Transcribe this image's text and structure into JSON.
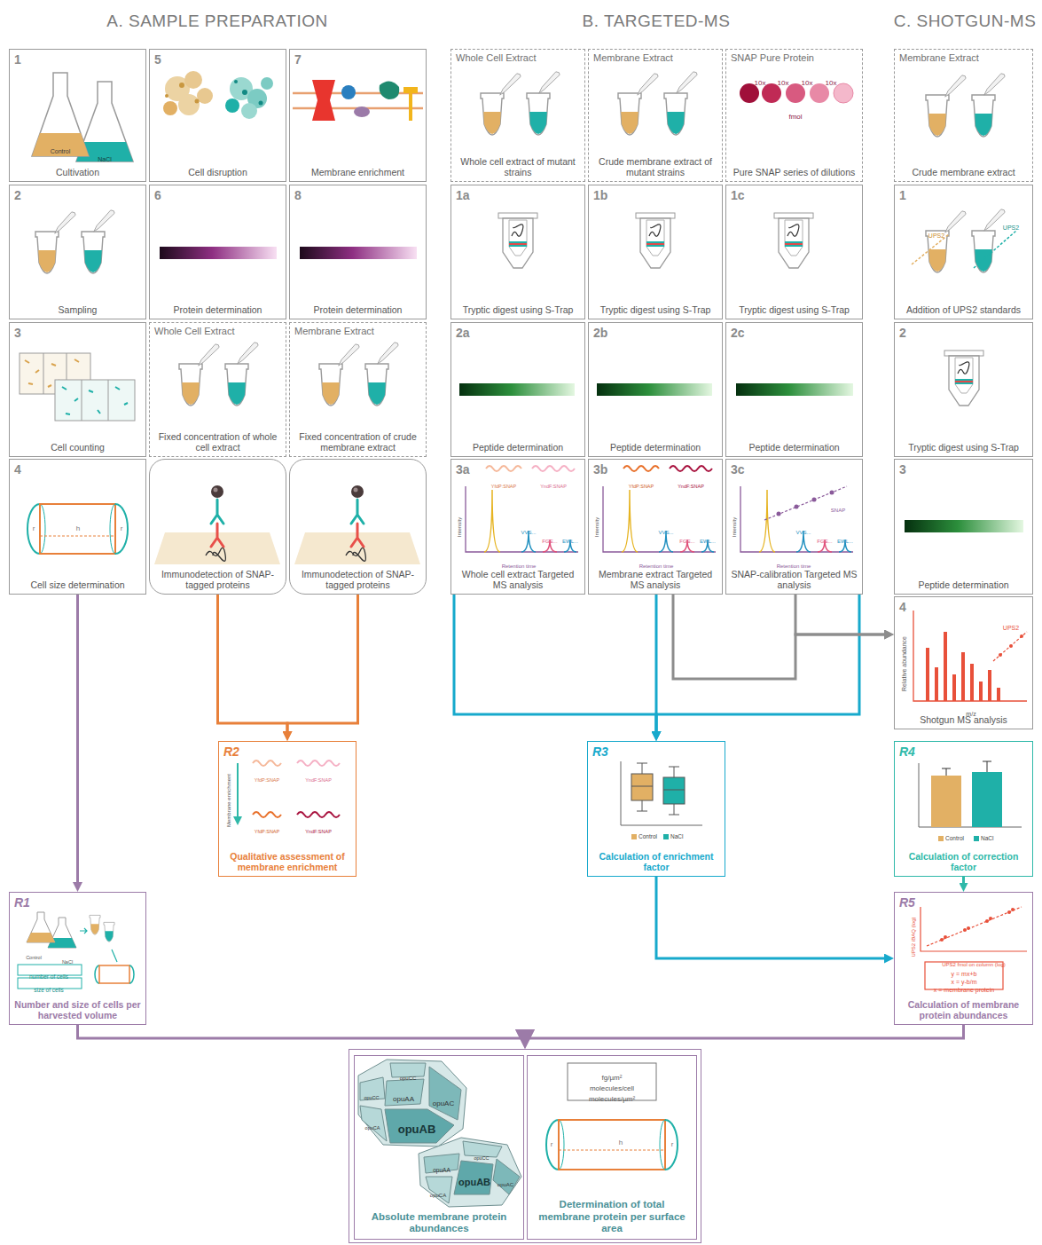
{
  "diagram": {
    "nodes": [
      {
        "text": [
          "1",
          "Cultivation"
        ]
      },
      {
        "text": [
          "5",
          "Cell disruption"
        ]
      },
      {
        "text": [
          "7",
          "Membrane enrichment"
        ]
      },
      {
        "text": [
          "2",
          "Sampling"
        ]
      },
      {
        "text": [
          "6",
          "Protein determination"
        ]
      },
      {
        "text": [
          "8",
          "Protein determination"
        ]
      },
      {
        "text": [
          "3",
          "Cell counting"
        ]
      },
      {
        "text": [
          "Whole Cell Extract",
          "Fixed concentration of whole cell extract"
        ]
      },
      {
        "text": [
          "Membrane Extract",
          "Fixed concentration of crude membrane extract"
        ]
      },
      {
        "text": [
          "4",
          "Cell size determination"
        ]
      },
      {
        "text": [
          "Immunodetection of SNAP-tagged proteins"
        ]
      },
      {
        "text": [
          "Immunodetection of SNAP-tagged proteins"
        ]
      },
      {
        "text": [
          "Whole Cell Extract",
          "Whole cell extract of mutant strains"
        ]
      },
      {
        "text": [
          "Membrane Extract",
          "Crude membrane extract of mutant strains"
        ]
      },
      {
        "text": [
          "SNAP Pure Protein",
          "Pure SNAP series of dilutions"
        ]
      },
      {
        "text": [
          "1a",
          "Tryptic digest using S-Trap"
        ]
      },
      {
        "text": [
          "1b",
          "Tryptic digest using S-Trap"
        ]
      },
      {
        "text": [
          "1c",
          "Tryptic digest using S-Trap"
        ]
      },
      {
        "text": [
          "2a",
          "Peptide determination"
        ]
      },
      {
        "text": [
          "2b",
          "Peptide determination"
        ]
      },
      {
        "text": [
          "2c",
          "Peptide determination"
        ]
      },
      {
        "text": [
          "3a",
          "Whole cell extract Targeted MS analysis"
        ]
      },
      {
        "text": [
          "3b",
          "Membrane extract Targeted MS analysis"
        ]
      },
      {
        "text": [
          "3c",
          "SNAP-calibration Targeted MS analysis"
        ]
      },
      {
        "text": [
          "Membrane Extract",
          "Crude membrane extract"
        ]
      },
      {
        "text": [
          "1",
          "Addition of UPS2 standards"
        ]
      },
      {
        "text": [
          "2",
          "Tryptic digest using S-Trap"
        ]
      },
      {
        "text": [
          "3",
          "Peptide determination"
        ]
      },
      {
        "text": [
          "4",
          "Shotgun MS analysis"
        ]
      },
      {
        "text": [
          "R1",
          "Number and size of cells per harvested volume"
        ]
      },
      {
        "text": [
          "R2",
          "Qualitative assessment of membrane enrichment"
        ]
      },
      {
        "text": [
          "R3",
          "Calculation of enrichment factor"
        ]
      },
      {
        "text": [
          "R4",
          "Calculation of correction factor"
        ]
      },
      {
        "text": [
          "R5",
          "Calculation of membrane protein abundances"
        ]
      },
      {
        "text": []
      },
      {
        "text": [
          "Absolute membrane protein abundances"
        ],
        "in": 34
      },
      {
        "text": [
          "Determination of total membrane protein per surface area"
        ],
        "in": 34
      }
    ],
    "edges": [
      {
        "from": 9,
        "to": 29,
        "arrow": "to"
      },
      {
        "from": 10,
        "to": 30,
        "arrow": "to"
      },
      {
        "from": 11,
        "to": 30,
        "arrow": "to"
      },
      {
        "from": 21,
        "to": 31,
        "arrow": "to"
      },
      {
        "from": 22,
        "to": 31,
        "arrow": "to"
      },
      {
        "from": 23,
        "to": 31,
        "arrow": "to"
      },
      {
        "from": 22,
        "to": 28,
        "arrow": "to"
      },
      {
        "from": 23,
        "to": 28,
        "arrow": "to"
      },
      {
        "from": 31,
        "to": 33,
        "arrow": "to"
      },
      {
        "from": 32,
        "to": 33,
        "arrow": "to"
      },
      {
        "from": 29,
        "to": 34,
        "arrow": "to"
      },
      {
        "from": 33,
        "to": 34,
        "arrow": "to"
      }
    ],
    "labels": [
      "A. SAMPLE PREPARATION",
      "B. TARGETED-MS",
      "C. SHOTGUN-MS",
      "Control",
      "NaCl",
      "10x",
      "10x",
      "10x",
      "10x",
      "fmol",
      "YfdP:SNAP",
      "YndF:SNAP",
      "Intensity",
      "VVS...",
      "FGE...",
      "EWL...",
      "Retention time",
      "YfdP:SNAP",
      "YndF:SNAP",
      "Intensity",
      "VVS...",
      "FGE...",
      "EWL...",
      "Retention time",
      "SNAP",
      "Intensity",
      "VVS...",
      "FGE...",
      "EWL...",
      "Retention time",
      "UPS2",
      "UPS2",
      "Relative abundance",
      "m/z",
      "UPS2",
      "r",
      "h",
      "r",
      "Control",
      "NaCl",
      "number of cells",
      "size of cells",
      "Membrane enrichment",
      "YfdP:SNAP",
      "YndF:SNAP",
      "YfdP:SNAP",
      "YndF:SNAP",
      "UPS2 iBAQ (log)",
      "UPS2 fmol on column (log)",
      "y = mx+b",
      "x = y-b/m",
      "x = membrane protein",
      "opuCC",
      "opuCC",
      "opuAA",
      "opuAB",
      "opuAC",
      "opuCA",
      "opuCC",
      "opuAA",
      "opuAB",
      "opuAC",
      "opuCA",
      "fg/µm²",
      "molecules/cell",
      "molecules/µm²",
      "h",
      "r",
      "r"
    ],
    "legend": [
      {
        "text": "Control",
        "color": "#e2b064"
      },
      {
        "text": "NaCl",
        "color": "#1fb0a8"
      },
      {
        "text": "Control",
        "color": "#e2b064"
      },
      {
        "text": "NaCl",
        "color": "#1fb0a8"
      }
    ]
  }
}
